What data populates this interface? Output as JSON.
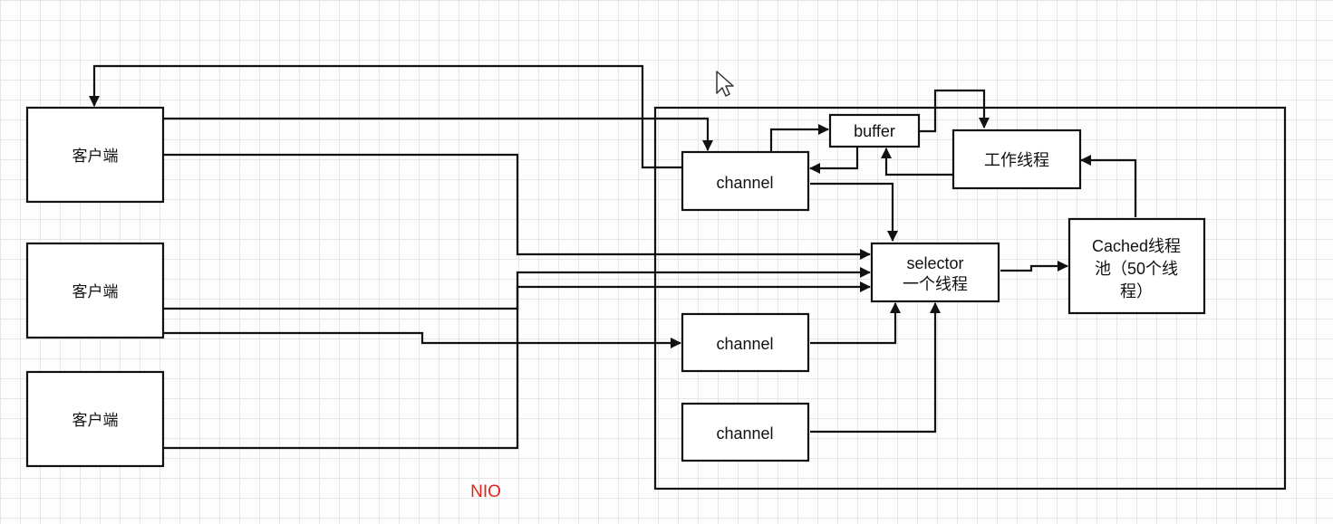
{
  "diagram": {
    "clients": [
      {
        "label": "客户端"
      },
      {
        "label": "客户端"
      },
      {
        "label": "客户端"
      }
    ],
    "buffer": {
      "label": "buffer"
    },
    "worker": {
      "label": "工作线程"
    },
    "channels": [
      {
        "label": "channel"
      },
      {
        "label": "channel"
      },
      {
        "label": "channel"
      }
    ],
    "selector": {
      "line1": "selector",
      "line2": "一个线程"
    },
    "pool": {
      "line1": "Cached线程",
      "line2": "池（50个线",
      "line3": "程）"
    },
    "caption": "NIO"
  },
  "colors": {
    "caption": "#e2231a",
    "lines": "#111111"
  },
  "icons": [
    "mouse-cursor-icon"
  ]
}
